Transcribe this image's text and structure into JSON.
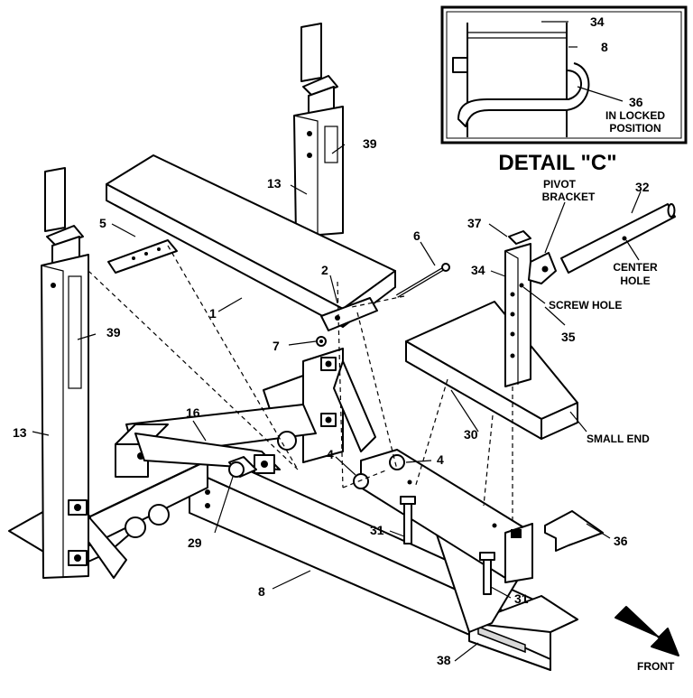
{
  "detail": {
    "title": "DETAIL \"C\"",
    "callouts": [
      "34",
      "8",
      "36"
    ],
    "locked_note_line1": "IN LOCKED",
    "locked_note_line2": "POSITION"
  },
  "labels": {
    "pivot_bracket_line1": "PIVOT",
    "pivot_bracket_line2": "BRACKET",
    "center_hole_line1": "CENTER",
    "center_hole_line2": "HOLE",
    "screw_hole": "SCREW HOLE",
    "small_end": "SMALL END",
    "front": "FRONT"
  },
  "part_numbers": {
    "p13_left": "13",
    "p13_upper": "13",
    "p39_upper": "39",
    "p39_left": "39",
    "p5": "5",
    "p1": "1",
    "p2": "2",
    "p6": "6",
    "p7": "7",
    "p16": "16",
    "p4_left": "4",
    "p4_right": "4",
    "p29": "29",
    "p31_left": "31",
    "p31_right": "31",
    "p8": "8",
    "p38": "38",
    "p37": "37",
    "p34": "34",
    "p32": "32",
    "p35": "35",
    "p30": "30",
    "p36": "36"
  }
}
